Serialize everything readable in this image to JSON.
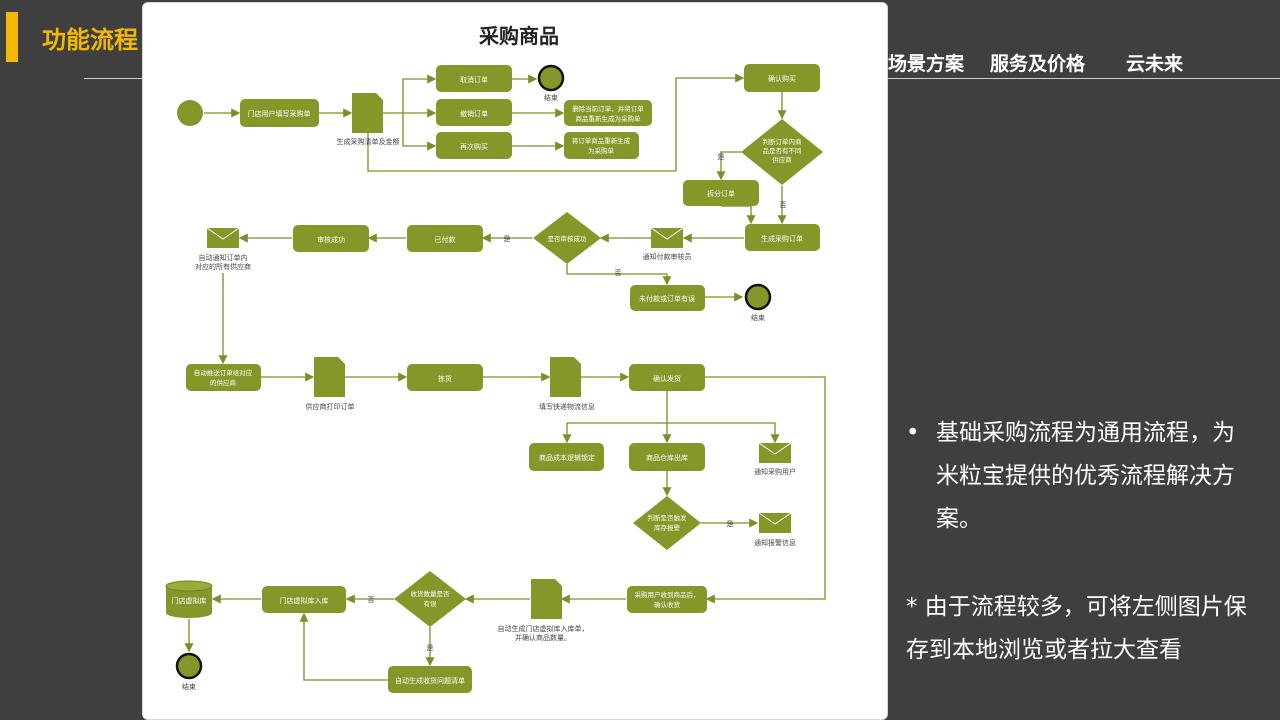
{
  "section_title": "功能流程",
  "nav": [
    "场景方案",
    "服务及价格",
    "云未来"
  ],
  "diagram": {
    "title": "采购商品",
    "nodes": {
      "fill_cart": "门店用户填写采购单",
      "generate_order_doc": "生成采购清单及金额",
      "cancel_order": "取消订单",
      "end1": "结束",
      "withdraw_order": "撤销订单",
      "delete_note_1": "删除当前订单，并将订单",
      "delete_note_2": "商品重新生成为采购单",
      "rebuy": "再次购买",
      "regen_note_1": "将订单商品重新生成",
      "regen_note_2": "为采购单",
      "confirm_purchase": "确认购买",
      "judge_1": "判断订单内商",
      "judge_2": "品是否有不同",
      "judge_3": "供应商",
      "yes": "是",
      "no": "否",
      "split_order": "拆分订单",
      "gen_purchase_order": "生成采购订单",
      "notify_finance": "通知付款审核员",
      "audit_decision": "是否审核成功",
      "paid": "已付款",
      "audit_success": "审核成功",
      "auto_notify_1": "自动通知订单内",
      "auto_notify_2": "对应的所有供应商",
      "unpaid_error": "未付款或订单有误",
      "end2": "结束",
      "auto_push_1": "自动推送订单给对应",
      "auto_push_2": "的供应商",
      "supplier_print": "供应商打印订单",
      "picking": "拣货",
      "fill_logistics": "填写快递物流信息",
      "confirm_ship": "确认发货",
      "cost_lock": "商品成本逻辑锁定",
      "stock_out": "商品仓库出库",
      "notify_buyer": "通知采购用户",
      "judge_stock_1": "判断是否触发",
      "judge_stock_2": "库存报警",
      "notify_alarm": "通知报警信息",
      "received_1": "采购用户收到商品后，",
      "received_2": "确认收货",
      "auto_gen_1": "自动生成门店虚拟库入库单，",
      "auto_gen_2": "并确认商品数量。",
      "qty_check_1": "收货数量是否",
      "qty_check_2": "有误",
      "virtual_in": "门店虚拟库入库",
      "virtual_store": "门店虚拟库",
      "end3": "结束",
      "problem_list": "自动生成收货问题清单"
    }
  },
  "bullet_text": "基础采购流程为通用流程，为米粒宝提供的优秀流程解决方案。",
  "note_text": "*  由于流程较多，可将左侧图片保存到本地浏览或者拉大查看",
  "colors": {
    "accent": "#f5b800",
    "background": "#3f3f3f",
    "node_fill": "#84982a",
    "line": "#7a8f26"
  }
}
